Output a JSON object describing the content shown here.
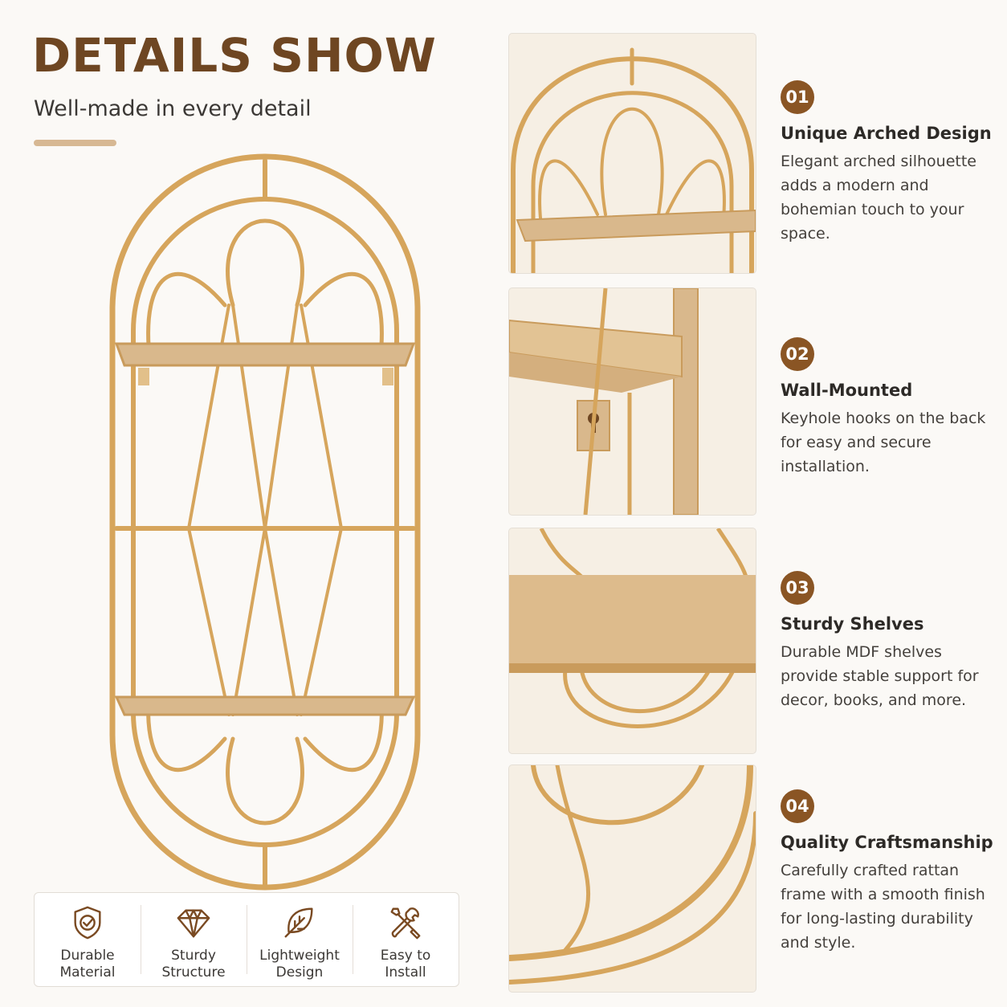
{
  "header": {
    "title": "DETAILS SHOW",
    "subtitle": "Well-made in every detail"
  },
  "colors": {
    "brand_brown": "#6e4622",
    "badge_brown": "#8a5524",
    "rattan_gold": "#d6a55c",
    "wood": "#d9b88c",
    "accent_line": "#d7b893"
  },
  "features": [
    {
      "number": "01",
      "title": "Unique Arched Design",
      "description": "Elegant arched silhouette adds a modern and bohemian touch to your space."
    },
    {
      "number": "02",
      "title": "Wall-Mounted",
      "description": "Keyhole hooks on the back for easy and secure installation."
    },
    {
      "number": "03",
      "title": "Sturdy Shelves",
      "description": "Durable MDF shelves provide stable support for decor, books, and more."
    },
    {
      "number": "04",
      "title": "Quality Craftsmanship",
      "description": "Carefully crafted rattan frame with a smooth finish for long-lasting durability and style."
    }
  ],
  "icon_bar": [
    {
      "icon": "shield-check-icon",
      "label": "Durable\nMaterial"
    },
    {
      "icon": "diamond-icon",
      "label": "Sturdy\nStructure"
    },
    {
      "icon": "leaf-icon",
      "label": "Lightweight\nDesign"
    },
    {
      "icon": "tools-icon",
      "label": "Easy to\nInstall"
    }
  ]
}
